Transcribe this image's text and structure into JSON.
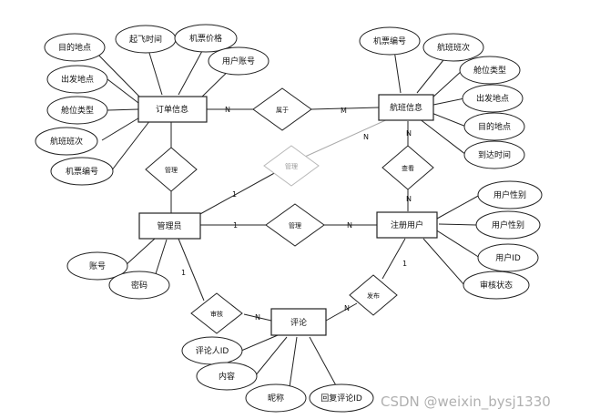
{
  "entities": {
    "order": "订单信息",
    "flight": "航班信息",
    "admin": "管理员",
    "user": "注册用户",
    "comment": "评论"
  },
  "relationships": {
    "belongs": "属于",
    "manage_order": "管理",
    "manage_flight": "管理",
    "manage_user": "管理",
    "view": "查看",
    "publish": "发布",
    "review": "审核"
  },
  "order_attrs": [
    "目的地点",
    "起飞时间",
    "机票价格",
    "用户账号",
    "出发地点",
    "舱位类型",
    "航班班次",
    "机票编号"
  ],
  "flight_attrs": [
    "机票编号",
    "航班班次",
    "舱位类型",
    "出发地点",
    "目的地点",
    "到达时间"
  ],
  "user_attrs": [
    "用户性别",
    "用户性别",
    "用户ID",
    "审核状态"
  ],
  "admin_attrs": [
    "账号",
    "密码"
  ],
  "comment_attrs": [
    "评论人ID",
    "内容",
    "昵称",
    "回复评论ID"
  ],
  "cardinalities": {
    "order_belongs": "N",
    "flight_belongs": "M",
    "admin_flight_admin": "1",
    "admin_flight_flight": "N",
    "flight_view": "N",
    "user_view": "N",
    "admin_user_admin": "1",
    "admin_user_user": "N",
    "admin_review": "1",
    "comment_review": "N",
    "comment_publish": "N",
    "user_publish": "1"
  },
  "watermark": "CSDN @weixin_bysj1330"
}
